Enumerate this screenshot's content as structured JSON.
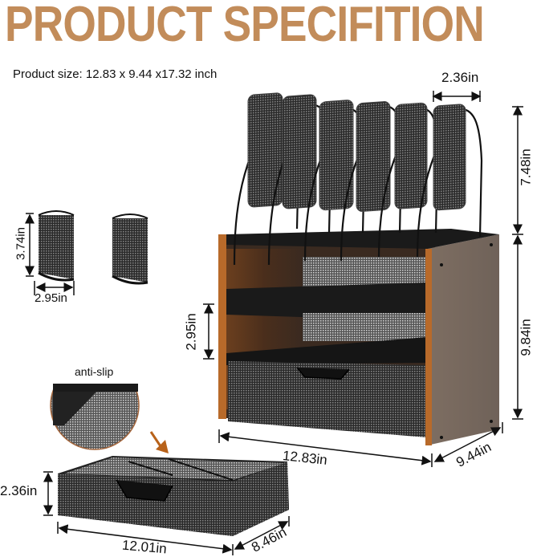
{
  "title": "PRODUCT SPECIFITION",
  "product_size": "Product size: 12.83 x 9.44 x17.32 inch",
  "colors": {
    "title": "#c28c5a",
    "wood_dark": "#5a3a24",
    "wood_side": "#7a6e66",
    "metal": "#1c1c1c",
    "arrow_orange": "#b8621a"
  },
  "dimensions": {
    "sorter_slot_width": "2.36in",
    "sorter_height": "7.48in",
    "cabinet_height": "9.84in",
    "shelf_gap": "2.95in",
    "cabinet_width": "12.83in",
    "cabinet_depth": "9.44in",
    "pen_cup_height": "3.74in",
    "pen_cup_width": "2.95in",
    "drawer_height": "2.36in",
    "drawer_width": "12.01in",
    "drawer_depth": "8.46in"
  },
  "callout": {
    "label": "anti-slip"
  },
  "components": [
    {
      "name": "file-sorter",
      "slots": 6
    },
    {
      "name": "pen-holder",
      "count": 2
    },
    {
      "name": "shelf",
      "count": 2
    },
    {
      "name": "mesh-drawer",
      "count": 1
    }
  ]
}
